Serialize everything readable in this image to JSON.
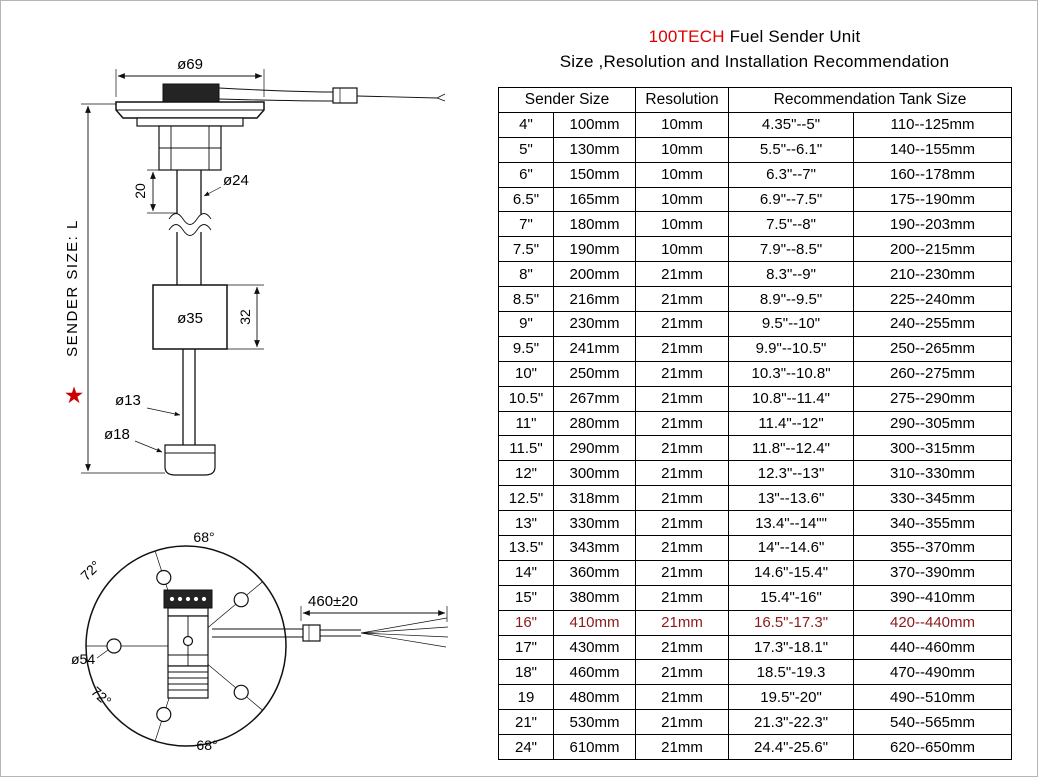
{
  "title": {
    "brand": "100TECH",
    "product": " Fuel Sender Unit",
    "subtitle": "Size ,Resolution and Installation Recommendation"
  },
  "table": {
    "header_sender_size": "Sender Size",
    "header_resolution": "Resolution",
    "header_tank": "Recommendation Tank Size",
    "rows": [
      {
        "size_in": "4\"",
        "size_mm": "100mm",
        "res": "10mm",
        "tank_in": "4.35\"--5\"",
        "tank_mm": "110--125mm",
        "highlight": false
      },
      {
        "size_in": "5\"",
        "size_mm": "130mm",
        "res": "10mm",
        "tank_in": "5.5\"--6.1\"",
        "tank_mm": "140--155mm",
        "highlight": false
      },
      {
        "size_in": "6\"",
        "size_mm": "150mm",
        "res": "10mm",
        "tank_in": "6.3\"--7\"",
        "tank_mm": "160--178mm",
        "highlight": false
      },
      {
        "size_in": "6.5\"",
        "size_mm": "165mm",
        "res": "10mm",
        "tank_in": "6.9\"--7.5\"",
        "tank_mm": "175--190mm",
        "highlight": false
      },
      {
        "size_in": "7\"",
        "size_mm": "180mm",
        "res": "10mm",
        "tank_in": "7.5\"--8\"",
        "tank_mm": "190--203mm",
        "highlight": false
      },
      {
        "size_in": "7.5\"",
        "size_mm": "190mm",
        "res": "10mm",
        "tank_in": "7.9\"--8.5\"",
        "tank_mm": "200--215mm",
        "highlight": false
      },
      {
        "size_in": "8\"",
        "size_mm": "200mm",
        "res": "21mm",
        "tank_in": "8.3\"--9\"",
        "tank_mm": "210--230mm",
        "highlight": false
      },
      {
        "size_in": "8.5\"",
        "size_mm": "216mm",
        "res": "21mm",
        "tank_in": "8.9\"--9.5\"",
        "tank_mm": "225--240mm",
        "highlight": false
      },
      {
        "size_in": "9\"",
        "size_mm": "230mm",
        "res": "21mm",
        "tank_in": "9.5\"--10\"",
        "tank_mm": "240--255mm",
        "highlight": false
      },
      {
        "size_in": "9.5\"",
        "size_mm": "241mm",
        "res": "21mm",
        "tank_in": "9.9\"--10.5\"",
        "tank_mm": "250--265mm",
        "highlight": false
      },
      {
        "size_in": "10\"",
        "size_mm": "250mm",
        "res": "21mm",
        "tank_in": "10.3\"--10.8\"",
        "tank_mm": "260--275mm",
        "highlight": false
      },
      {
        "size_in": "10.5\"",
        "size_mm": "267mm",
        "res": "21mm",
        "tank_in": "10.8\"--11.4\"",
        "tank_mm": "275--290mm",
        "highlight": false
      },
      {
        "size_in": "11\"",
        "size_mm": "280mm",
        "res": "21mm",
        "tank_in": "11.4\"--12\"",
        "tank_mm": "290--305mm",
        "highlight": false
      },
      {
        "size_in": "11.5\"",
        "size_mm": "290mm",
        "res": "21mm",
        "tank_in": "11.8\"--12.4\"",
        "tank_mm": "300--315mm",
        "highlight": false
      },
      {
        "size_in": "12\"",
        "size_mm": "300mm",
        "res": "21mm",
        "tank_in": "12.3\"--13\"",
        "tank_mm": "310--330mm",
        "highlight": false
      },
      {
        "size_in": "12.5\"",
        "size_mm": "318mm",
        "res": "21mm",
        "tank_in": "13\"--13.6\"",
        "tank_mm": "330--345mm",
        "highlight": false
      },
      {
        "size_in": "13\"",
        "size_mm": "330mm",
        "res": "21mm",
        "tank_in": "13.4\"--14\"\"",
        "tank_mm": "340--355mm",
        "highlight": false
      },
      {
        "size_in": "13.5\"",
        "size_mm": "343mm",
        "res": "21mm",
        "tank_in": "14\"--14.6\"",
        "tank_mm": "355--370mm",
        "highlight": false
      },
      {
        "size_in": "14\"",
        "size_mm": "360mm",
        "res": "21mm",
        "tank_in": "14.6\"-15.4\"",
        "tank_mm": "370--390mm",
        "highlight": false
      },
      {
        "size_in": "15\"",
        "size_mm": "380mm",
        "res": "21mm",
        "tank_in": "15.4\"-16\"",
        "tank_mm": "390--410mm",
        "highlight": false
      },
      {
        "size_in": "16\"",
        "size_mm": "410mm",
        "res": "21mm",
        "tank_in": "16.5\"-17.3\"",
        "tank_mm": "420--440mm",
        "highlight": true
      },
      {
        "size_in": "17\"",
        "size_mm": "430mm",
        "res": "21mm",
        "tank_in": "17.3\"-18.1\"",
        "tank_mm": "440--460mm",
        "highlight": false
      },
      {
        "size_in": "18\"",
        "size_mm": "460mm",
        "res": "21mm",
        "tank_in": "18.5\"-19.3",
        "tank_mm": "470--490mm",
        "highlight": false
      },
      {
        "size_in": "19",
        "size_mm": "480mm",
        "res": "21mm",
        "tank_in": "19.5\"-20\"",
        "tank_mm": "490--510mm",
        "highlight": false
      },
      {
        "size_in": "21\"",
        "size_mm": "530mm",
        "res": "21mm",
        "tank_in": "21.3\"-22.3\"",
        "tank_mm": "540--565mm",
        "highlight": false
      },
      {
        "size_in": "24\"",
        "size_mm": "610mm",
        "res": "21mm",
        "tank_in": "24.4\"-25.6\"",
        "tank_mm": "620--650mm",
        "highlight": false
      }
    ]
  },
  "drawing": {
    "flange_diameter": "ø69",
    "tube_diameter": "ø24",
    "neck_length": "20",
    "float_diameter": "ø35",
    "float_height": "32",
    "rod_diameter": "ø13",
    "tip_diameter": "ø18",
    "axis_label": "SENDER  SIZE:  L",
    "star": "★",
    "angle_top": "68°",
    "angle_upper_left": "72°",
    "angle_lower_left": "72°",
    "angle_bottom": "68°",
    "bolt_circle_diameter": "ø54",
    "cable_length": "460±20"
  },
  "colors": {
    "accent_red": "#e00000",
    "highlight_row": "#8b1a1a",
    "line": "#111111"
  }
}
